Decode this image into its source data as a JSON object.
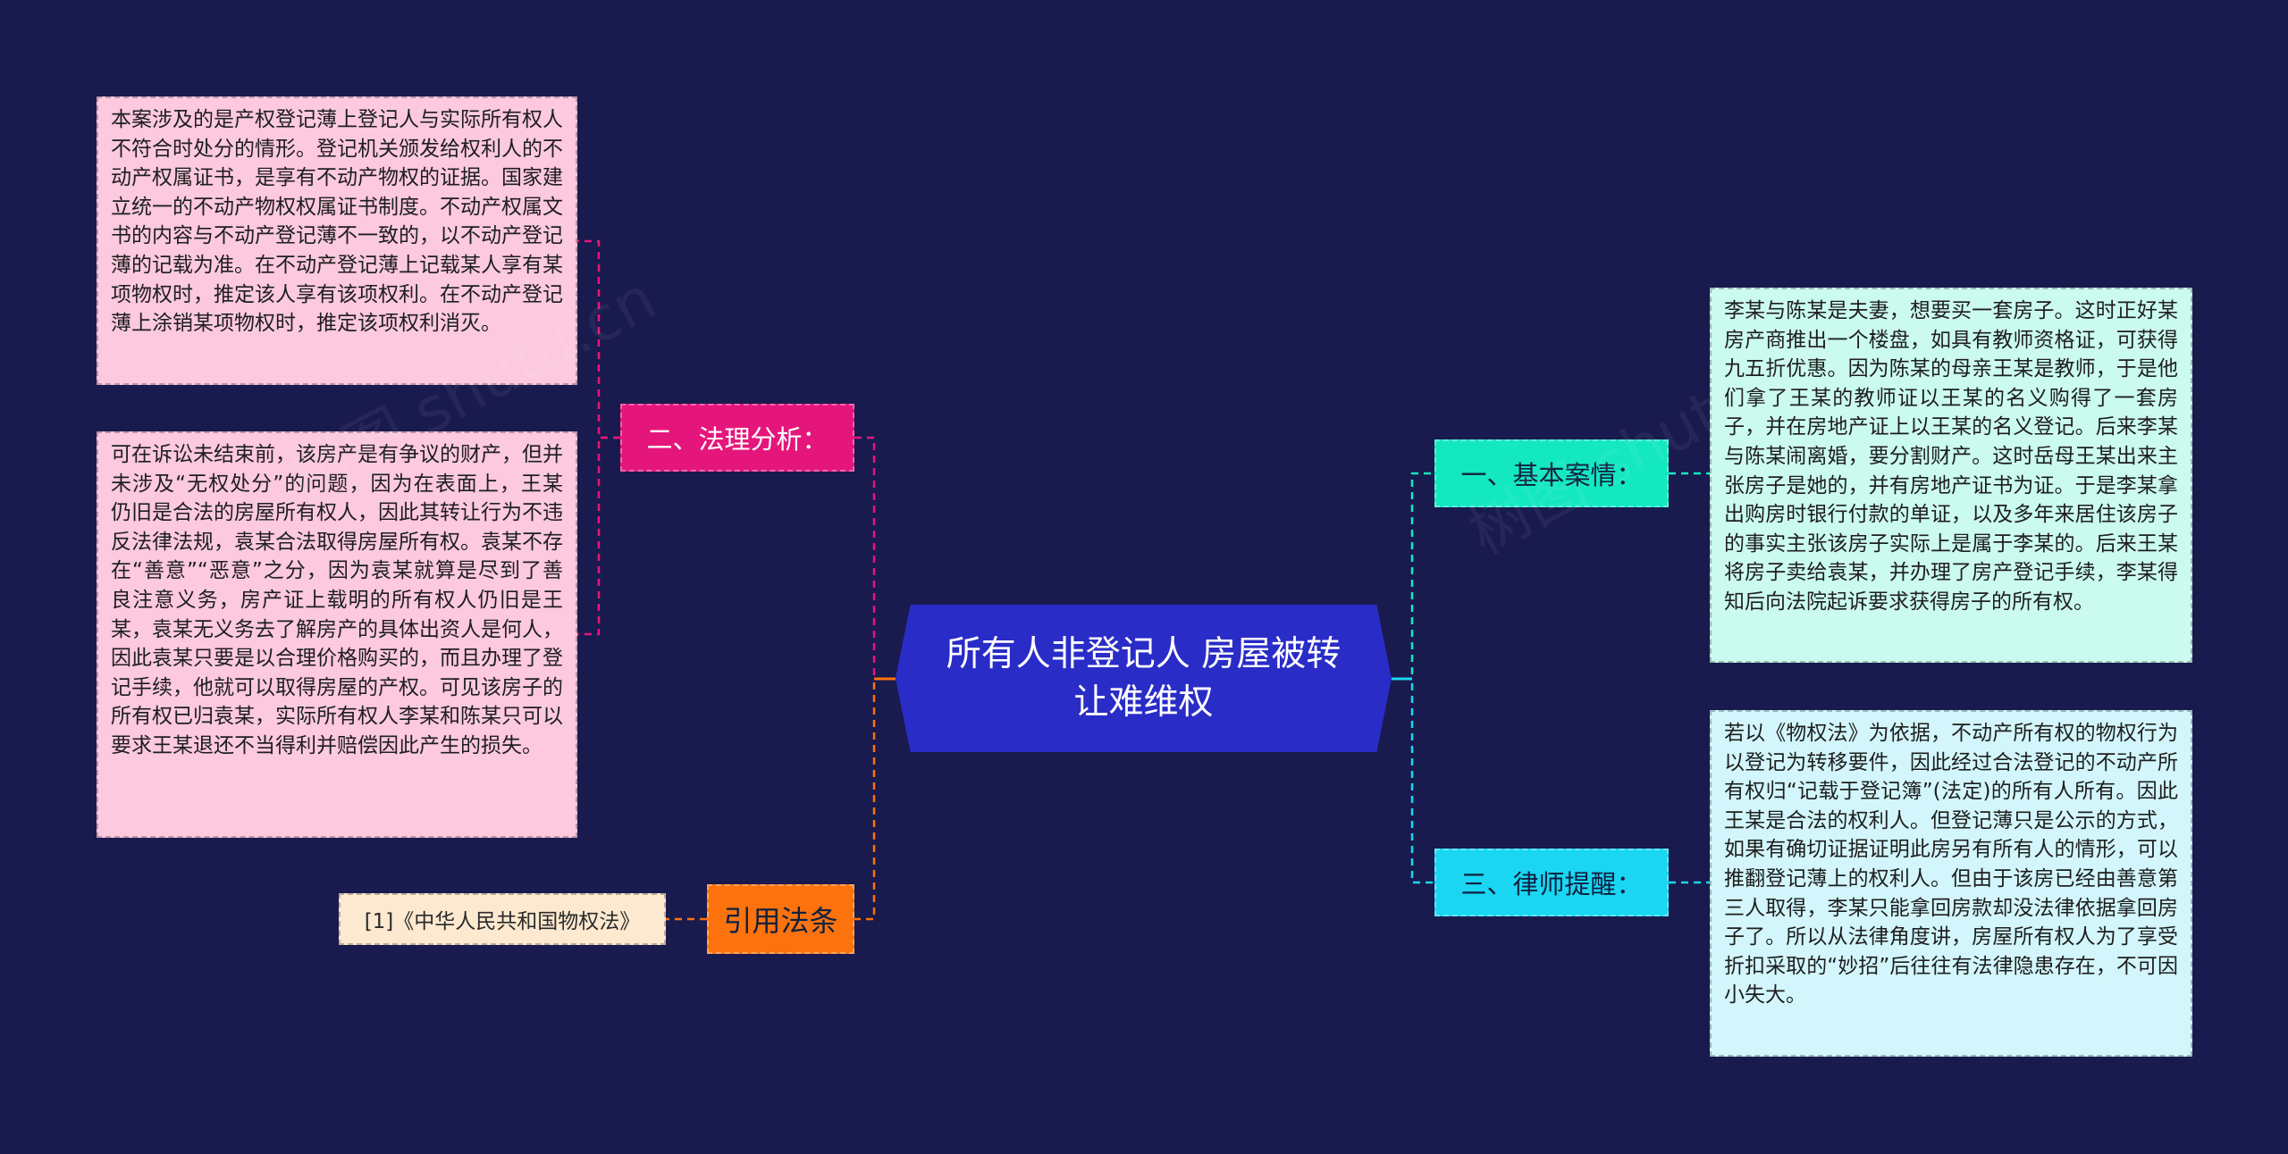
{
  "center": {
    "title": "所有人非登记人 房屋被转让难维权"
  },
  "branches": {
    "legal": {
      "label": "二、法理分析：",
      "notes": [
        "本案涉及的是产权登记薄上登记人与实际所有权人不符合时处分的情形。登记机关颁发给权利人的不动产权属证书，是享有不动产物权的证据。国家建立统一的不动产物权权属证书制度。不动产权属文书的内容与不动产登记薄不一致的，以不动产登记薄的记载为准。在不动产登记薄上记载某人享有某项物权时，推定该人享有该项权利。在不动产登记薄上涂销某项物权时，推定该项权利消灭。",
        "可在诉讼未结束前，该房产是有争议的财产，但并未涉及“无权处分”的问题，因为在表面上，王某仍旧是合法的房屋所有权人，因此其转让行为不违反法律法规，袁某合法取得房屋所有权。袁某不存在“善意”“恶意”之分，因为袁某就算是尽到了善良注意义务，房产证上载明的所有权人仍旧是王某，袁某无义务去了解房产的具体出资人是何人，因此袁某只要是以合理价格购买的，而且办理了登记手续，他就可以取得房屋的产权。可见该房子的所有权已归袁某，实际所有权人李某和陈某只可以要求王某退还不当得利并赔偿因此产生的损失。"
      ]
    },
    "cite": {
      "label": "引用法条",
      "notes": [
        "[1]《中华人民共和国物权法》"
      ]
    },
    "basic": {
      "label": "一、基本案情：",
      "notes": [
        "李某与陈某是夫妻，想要买一套房子。这时正好某房产商推出一个楼盘，如具有教师资格证，可获得九五折优惠。因为陈某的母亲王某是教师，于是他们拿了王某的教师证以王某的名义购得了一套房子，并在房地产证上以王某的名义登记。后来李某与陈某闹离婚，要分割财产。这时岳母王某出来主张房子是她的，并有房地产证书为证。于是李某拿出购房时银行付款的单证，以及多年来居住该房子的事实主张该房子实际上是属于李某的。后来王某将房子卖给袁某，并办理了房产登记手续，李某得知后向法院起诉要求获得房子的所有权。"
      ]
    },
    "lawyer": {
      "label": "三、律师提醒：",
      "notes": [
        "若以《物权法》为依据，不动产所有权的物权行为以登记为转移要件，因此经过合法登记的不动产所有权归“记载于登记簿”(法定)的所有人所有。因此王某是合法的权利人。但登记薄只是公示的方式，如果有确切证据证明此房另有所有人的情形，可以推翻登记薄上的权利人。但由于该房已经由善意第三人取得，李某只能拿回房款却没法律依据拿回房子了。所以从法律角度讲，房屋所有权人为了享受折扣采取的“妙招”后往往有法律隐患存在，不可因小失大。"
      ]
    }
  },
  "watermark": [
    "树图 shutu.cn",
    "树图 shutu.cn"
  ],
  "colors": {
    "background": "#191a4e",
    "center": "#2a2cc7",
    "legal": "#e5167b",
    "basic": "#13e8c1",
    "lawyer": "#1ad6f2",
    "cite": "#fc730e"
  }
}
